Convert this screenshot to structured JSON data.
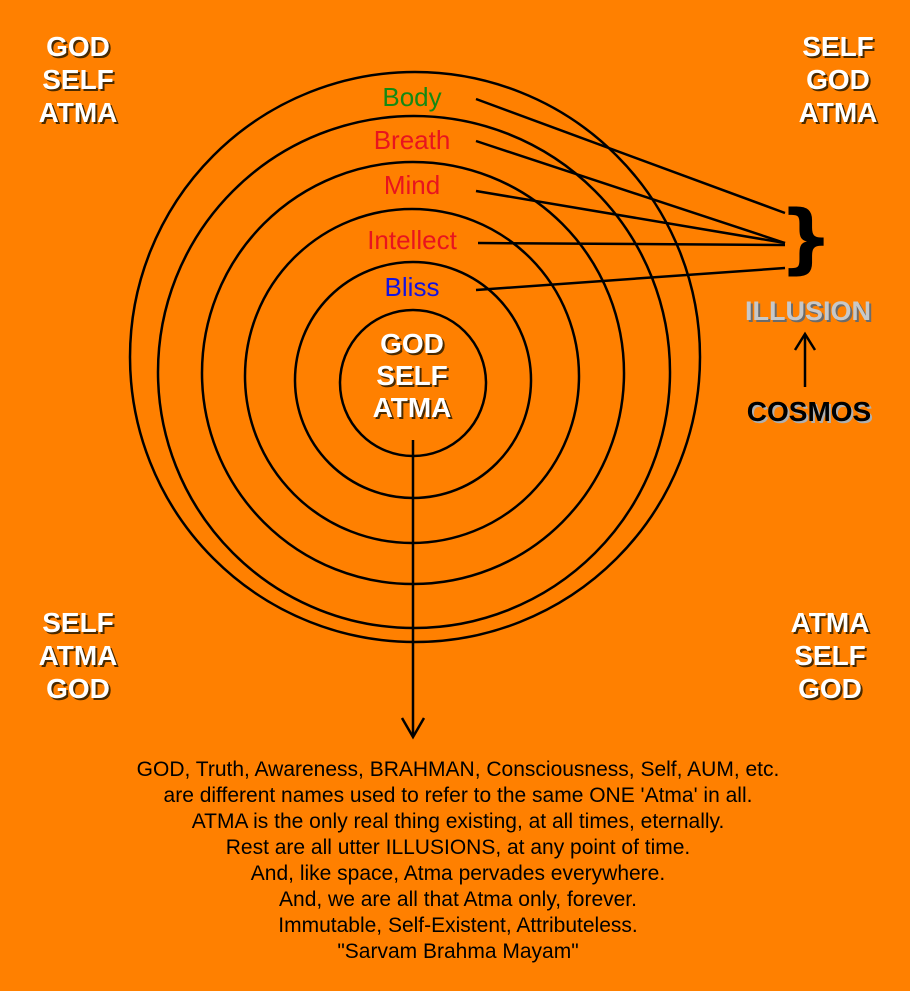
{
  "colors": {
    "background": "#ff8000",
    "body": "#138a13",
    "breath": "#e8141e",
    "mind": "#e8141e",
    "intellect": "#e8141e",
    "bliss": "#1414e0",
    "illusion": "#c8c8c8"
  },
  "corners": {
    "top_left": [
      "GOD",
      "SELF",
      "ATMA"
    ],
    "top_right": [
      "SELF",
      "GOD",
      "ATMA"
    ],
    "bottom_left": [
      "SELF",
      "ATMA",
      "GOD"
    ],
    "bottom_right": [
      "ATMA",
      "SELF",
      "GOD"
    ]
  },
  "layers": {
    "body": "Body",
    "breath": "Breath",
    "mind": "Mind",
    "intellect": "Intellect",
    "bliss": "Bliss"
  },
  "core": [
    "GOD",
    "SELF",
    "ATMA"
  ],
  "brace": "}",
  "illusion": "ILLUSION",
  "cosmos": "COSMOS",
  "caption": [
    "GOD, Truth, Awareness, BRAHMAN, Consciousness, Self, AUM, etc.",
    "are different names used to refer to the same ONE 'Atma' in all.",
    "ATMA is the only real thing existing, at all times, eternally.",
    "Rest are all utter ILLUSIONS, at any point of time.",
    "And, like space, Atma pervades everywhere.",
    "And, we are all that Atma only, forever.",
    "Immutable, Self-Existent, Attributeless.",
    "\"Sarvam Brahma Mayam\""
  ]
}
